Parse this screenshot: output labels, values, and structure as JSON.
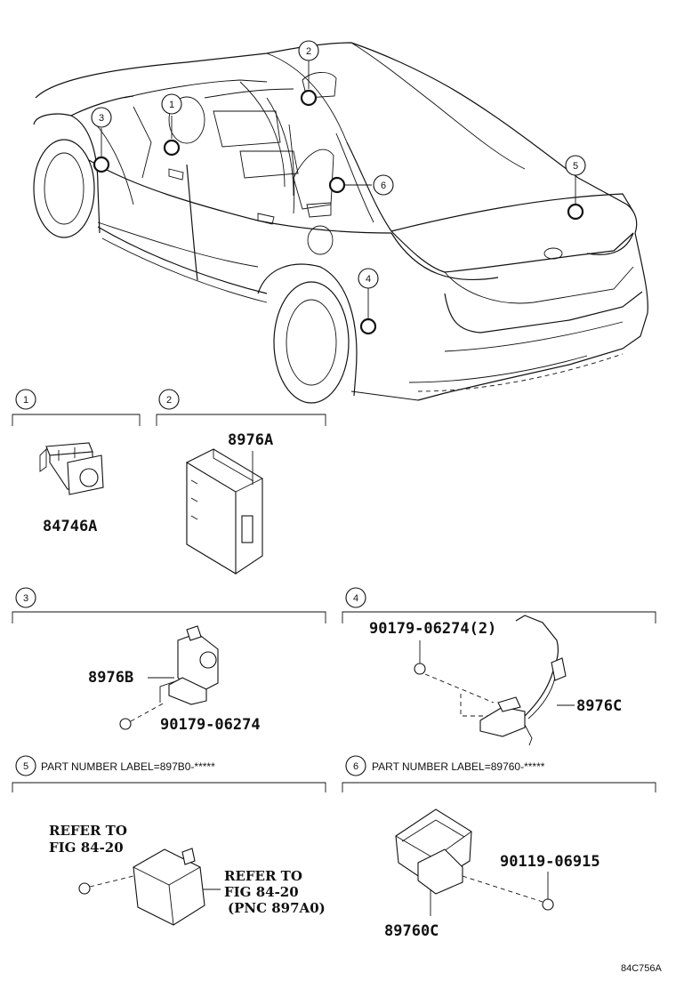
{
  "callouts": [
    "1",
    "2",
    "3",
    "4",
    "5",
    "6"
  ],
  "sections": {
    "s1": {
      "num": "1",
      "parts": {
        "p1": "84746A"
      }
    },
    "s2": {
      "num": "2",
      "parts": {
        "p1": "8976A"
      }
    },
    "s3": {
      "num": "3",
      "parts": {
        "p1": "8976B",
        "p2": "90179-06274"
      }
    },
    "s4": {
      "num": "4",
      "parts": {
        "p1": "90179-06274(2)",
        "p2": "8976C"
      }
    },
    "s5": {
      "num": "5",
      "label": "PART NUMBER LABEL=897B0-*****",
      "refs": {
        "r1a": "REFER TO",
        "r1b": "FIG 84-20",
        "r2a": "REFER TO",
        "r2b": "FIG 84-20",
        "r2c": "(PNC 897A0)"
      }
    },
    "s6": {
      "num": "6",
      "label": "PART NUMBER LABEL=89760-*****",
      "parts": {
        "p1": "90119-06915",
        "p2": "89760C"
      }
    }
  },
  "figure_code": "84C756A"
}
